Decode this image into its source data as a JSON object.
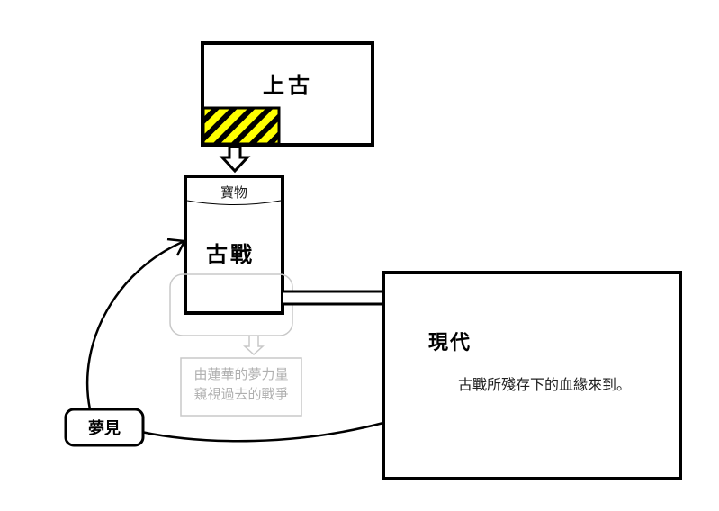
{
  "nodes": {
    "ancient": {
      "label": "上古"
    },
    "ancient_war": {
      "label": "古戰",
      "header": "寶物"
    },
    "modern": {
      "label": "現代",
      "description": "古戰所殘存下的血緣來到。"
    },
    "dream": {
      "label": "夢見"
    },
    "lotus_note": {
      "line1": "由蓮華的夢力量",
      "line2": "窺視過去的戰爭"
    }
  },
  "colors": {
    "hatch_fill": "#ffff00",
    "stroke": "#000000",
    "faint": "#c8c8c8"
  }
}
